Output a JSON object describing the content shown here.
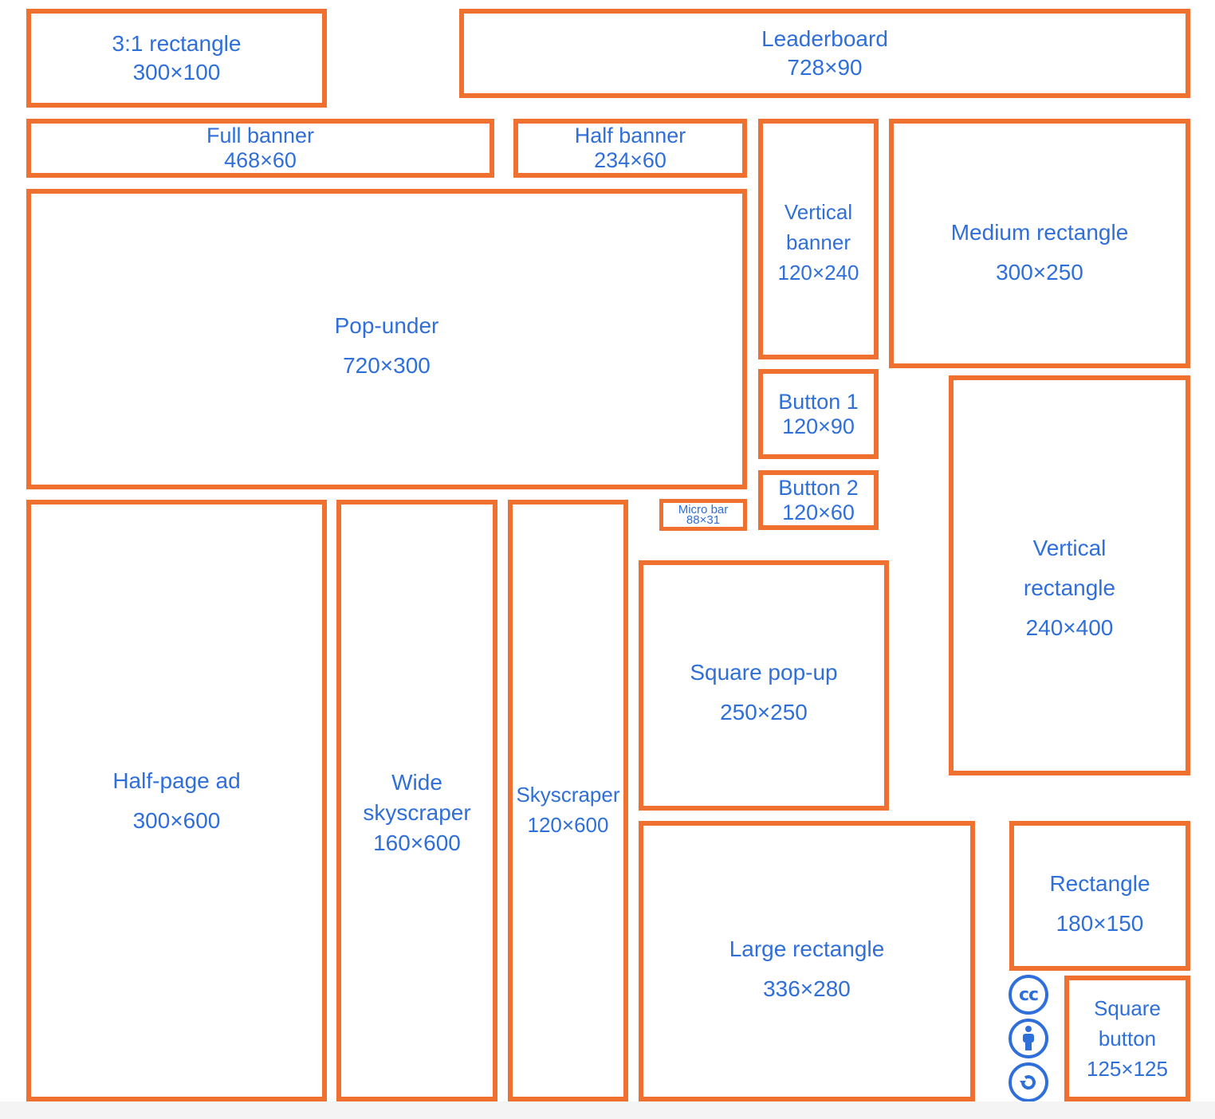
{
  "blocks": {
    "rect31": {
      "name": "3:1 rectangle",
      "size": "300×100"
    },
    "leader": {
      "name": "Leaderboard",
      "size": "728×90"
    },
    "full": {
      "name": "Full banner",
      "size": "468×60"
    },
    "half": {
      "name": "Half banner",
      "size": "234×60"
    },
    "vbanner": {
      "name_1": "Vertical",
      "name_2": "banner",
      "size": "120×240"
    },
    "medrect": {
      "name": "Medium rectangle",
      "size": "300×250"
    },
    "popunder": {
      "name": "Pop-under",
      "size": "720×300"
    },
    "button1": {
      "name": "Button 1",
      "size": "120×90"
    },
    "button2": {
      "name": "Button 2",
      "size": "120×60"
    },
    "micro": {
      "name": "Micro bar",
      "size": "88×31"
    },
    "vrect": {
      "name_1": "Vertical",
      "name_2": "rectangle",
      "size": "240×400"
    },
    "halfpage": {
      "name": "Half-page ad",
      "size": "300×600"
    },
    "wide": {
      "name_1": "Wide",
      "name_2": "skyscraper",
      "size": "160×600"
    },
    "sky": {
      "name": "Skyscraper",
      "size": "120×600"
    },
    "sqpop": {
      "name": "Square pop-up",
      "size": "250×250"
    },
    "large": {
      "name": "Large rectangle",
      "size": "336×280"
    },
    "rect": {
      "name": "Rectangle",
      "size": "180×150"
    },
    "sqbtn": {
      "name_1": "Square",
      "name_2": "button",
      "size": "125×125"
    }
  },
  "license_icons": [
    {
      "icon": "cc-icon",
      "glyph": "cc"
    },
    {
      "icon": "attribution-icon"
    },
    {
      "icon": "share-alike-icon"
    }
  ],
  "colors": {
    "border": "#f07030",
    "text": "#2f6fd9"
  }
}
